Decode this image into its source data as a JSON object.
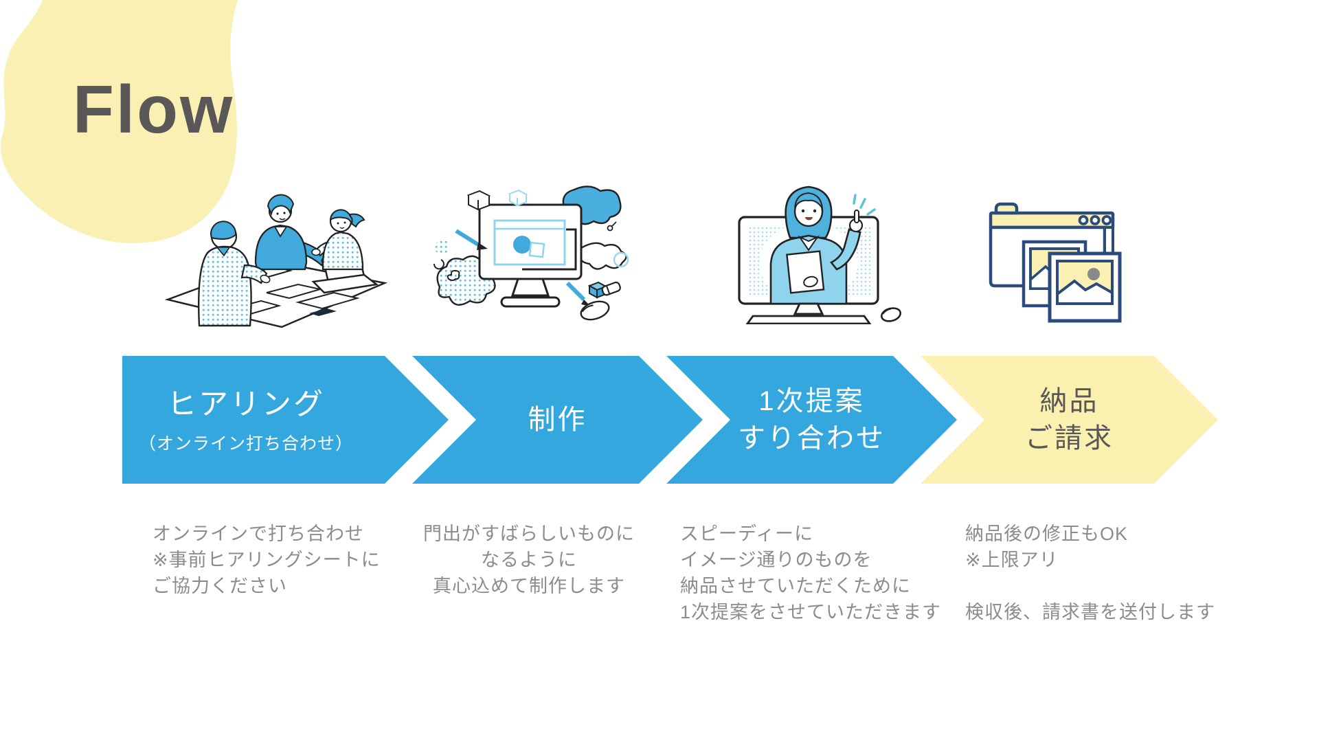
{
  "page": {
    "title": "Flow"
  },
  "colors": {
    "banner_blue": "#35A7DF",
    "banner_yellow": "#FAF0B0",
    "blob_yellow": "#FAF0B3",
    "title_gray": "#595757",
    "description_gray": "#8C8C8C",
    "illustration_blue": "#41A9DC",
    "illustration_navy": "#2A4B7C",
    "white": "#FFFFFF"
  },
  "steps": [
    {
      "title": "ヒアリング",
      "subtitle": "（オンライン打ち合わせ）",
      "description": "オンラインで打ち合わせ\n※事前ヒアリングシートに\nご協力ください",
      "illustration": "online-meeting"
    },
    {
      "title": "制作",
      "subtitle": "",
      "description": "門出がすばらしいものに\nなるように\n真心込めて制作します",
      "illustration": "design-work"
    },
    {
      "title": "1次提案\nすり合わせ",
      "subtitle": "",
      "description": "スピーディーに\nイメージ通りのものを\n納品させていただくために\n1次提案をさせていただきます",
      "illustration": "video-call-presentation"
    },
    {
      "title": "納品\nご請求",
      "subtitle": "",
      "description": "納品後の修正もOK\n※上限アリ\n\n検収後、請求書を送付します",
      "illustration": "delivery-files"
    }
  ]
}
